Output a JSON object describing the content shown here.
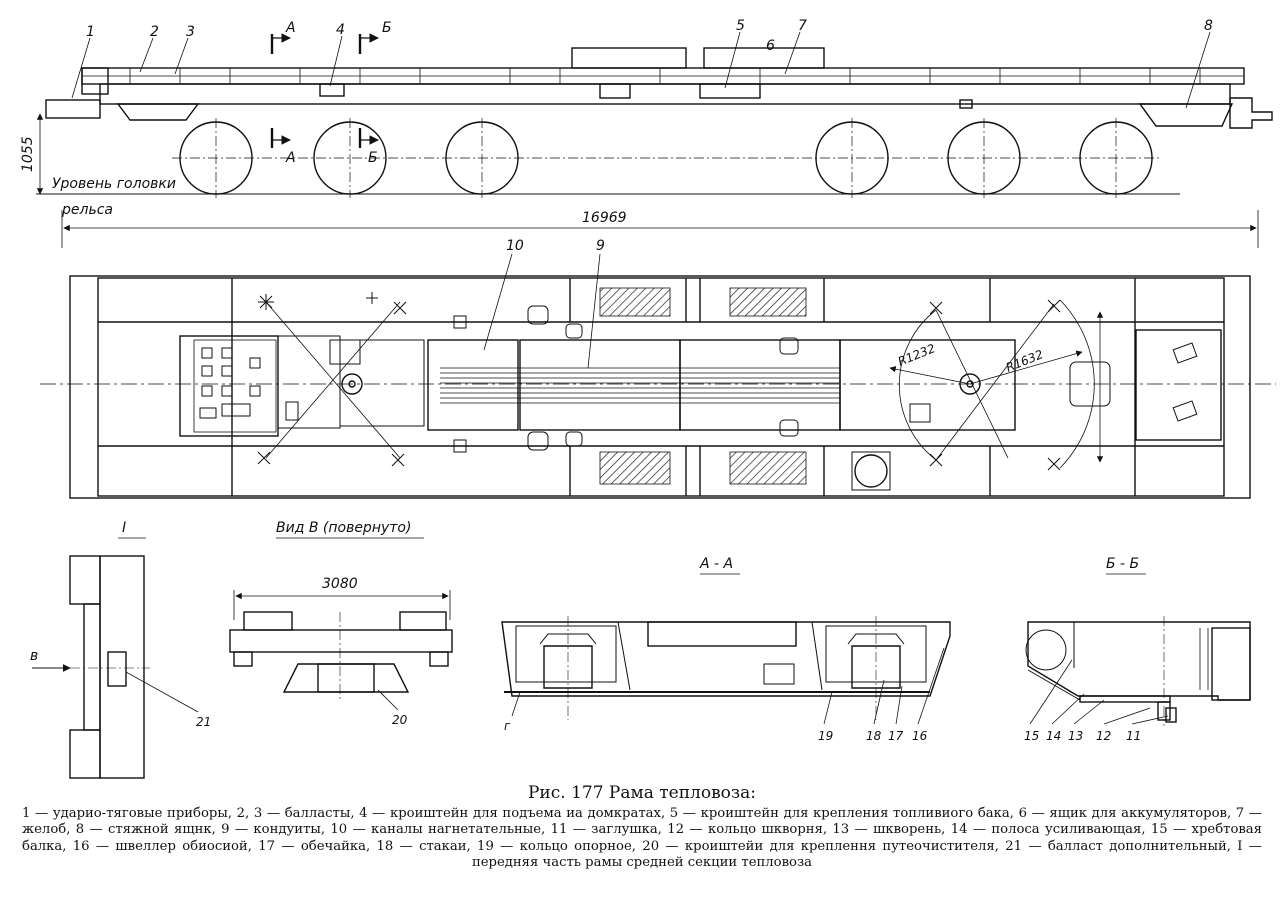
{
  "labels": {
    "side": [
      "1",
      "2",
      "3",
      "4",
      "5",
      "6",
      "7",
      "8"
    ],
    "sec_a": "А",
    "sec_b": "Б",
    "height": "1055",
    "rail_level_1": "Уровень головки",
    "rail_level_2": "рельса",
    "length_dim": "16969",
    "plan": [
      "10",
      "9"
    ],
    "radius_1": "R1232",
    "radius_2": "R1632",
    "view_I": "I",
    "view_B": "Вид В (повернуто)",
    "dim_3080": "3080",
    "arrow_v": "в",
    "label_21": "21",
    "label_20": "20",
    "section_aa": "А - А",
    "section_bb": "Б - Б",
    "label_g": "г",
    "aa_labels": [
      "19",
      "18",
      "17",
      "16"
    ],
    "bb_labels": [
      "15",
      "14",
      "13",
      "12",
      "11"
    ]
  },
  "caption": {
    "title": "Рис. 177  Рама тепловоза:"
  },
  "legend": {
    "text": "1 — ударио-тяговые приборы, 2, 3 — балласты, 4 — кроиштейн для подъема иа домкратах, 5 — кроиштейн для крепления топливиого бака, 6 — ящик для аккумуляторов, 7 — желоб, 8 — стяжной ящнк, 9 — кондуиты, 10 — каналы нагнетательные, 11 — заглушка, 12 — кольцо шкворня, 13 — шкворень, 14 — полоса усиливающая, 15 — хребтовая балка, 16 — швеллер обиосиой, 17 — обечайка, 18 — стакаи, 19 — кольцо опорное, 20 — кроиштейи для креплення путеочистителя, 21 — балласт дополнительный, I — передняя часть рамы средней секции тепловоза"
  }
}
